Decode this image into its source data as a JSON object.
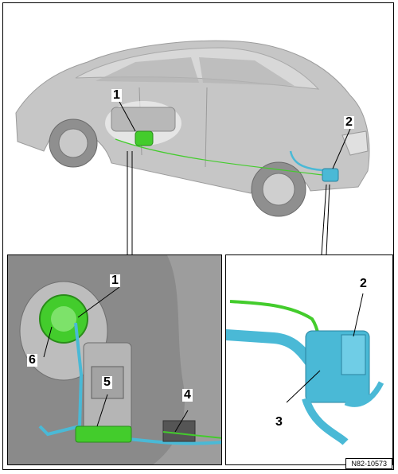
{
  "callouts": {
    "top_left": "1",
    "top_right": "2",
    "inset_left_1": "1",
    "inset_left_4": "4",
    "inset_left_5": "5",
    "inset_left_6": "6",
    "inset_right_2": "2",
    "inset_right_3": "3"
  },
  "reference_code": "N82-10573",
  "colors": {
    "hose_cyan": "#4ab9d6",
    "component_green": "#43cc2c",
    "car_gray": "#bdbdbd"
  },
  "icons": [
    "car-illustration",
    "fuel-pump-unit",
    "activated-charcoal-filter",
    "hose-connector"
  ]
}
